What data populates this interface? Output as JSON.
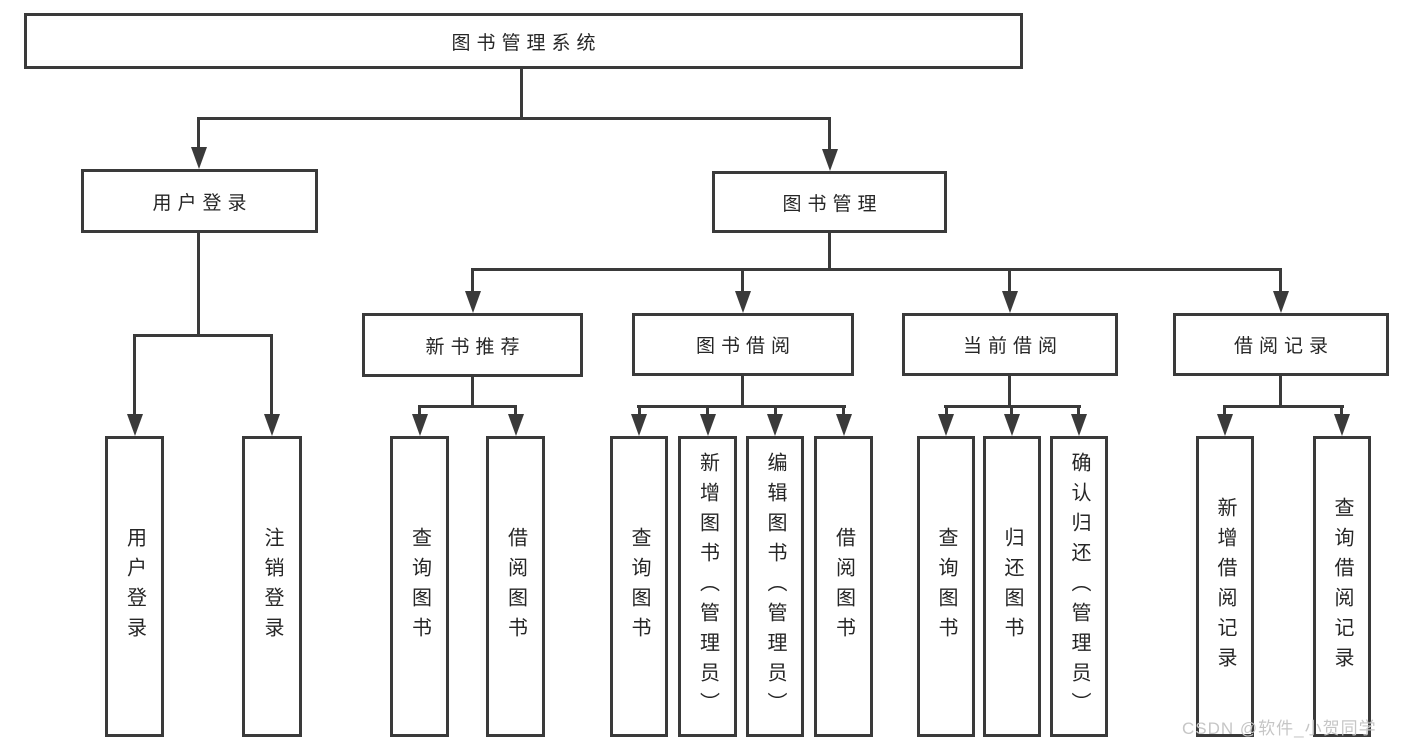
{
  "diagram": {
    "root": "图书管理系统",
    "level1": {
      "user_login": "用户登录",
      "book_mgmt": "图书管理"
    },
    "level2": {
      "new_book": "新书推荐",
      "borrow": "图书借阅",
      "current": "当前借阅",
      "records": "借阅记录"
    },
    "leaves": {
      "user_login": [
        "用户登录",
        "注销登录"
      ],
      "new_book": [
        "查询图书",
        "借阅图书"
      ],
      "borrow": [
        "查询图书",
        "新增图书（管理员）",
        "编辑图书（管理员）",
        "借阅图书"
      ],
      "current": [
        "查询图书",
        "归还图书",
        "确认归还（管理员）"
      ],
      "records": [
        "新增借阅记录",
        "查询借阅记录"
      ]
    }
  },
  "watermark": "CSDN @软件_小贺同学",
  "colors": {
    "line": "#3a3a3a",
    "text": "#262626",
    "watermark": "#c6c6c6",
    "background": "#ffffff"
  }
}
